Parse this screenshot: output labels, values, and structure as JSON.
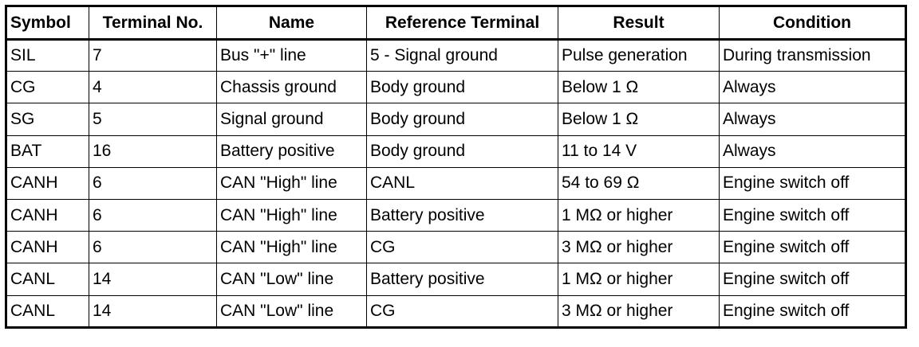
{
  "table": {
    "headers": [
      "Symbol",
      "Terminal No.",
      "Name",
      "Reference Terminal",
      "Result",
      "Condition"
    ],
    "rows": [
      [
        "SIL",
        "7",
        "Bus \"+\" line",
        "5 - Signal ground",
        "Pulse generation",
        "During transmission"
      ],
      [
        "CG",
        "4",
        "Chassis ground",
        "Body ground",
        "Below 1 Ω",
        "Always"
      ],
      [
        "SG",
        "5",
        "Signal ground",
        "Body ground",
        "Below 1 Ω",
        "Always"
      ],
      [
        "BAT",
        "16",
        "Battery positive",
        "Body ground",
        "11 to 14 V",
        "Always"
      ],
      [
        "CANH",
        "6",
        "CAN \"High\" line",
        "CANL",
        "54 to 69 Ω",
        "Engine switch off"
      ],
      [
        "CANH",
        "6",
        "CAN \"High\" line",
        "Battery positive",
        "1 MΩ or higher",
        "Engine switch off"
      ],
      [
        "CANH",
        "6",
        "CAN \"High\" line",
        "CG",
        "3 MΩ or higher",
        "Engine switch off"
      ],
      [
        "CANL",
        "14",
        "CAN \"Low\" line",
        "Battery positive",
        "1 MΩ or higher",
        "Engine switch off"
      ],
      [
        "CANL",
        "14",
        "CAN \"Low\" line",
        "CG",
        "3 MΩ or higher",
        "Engine switch off"
      ]
    ]
  }
}
